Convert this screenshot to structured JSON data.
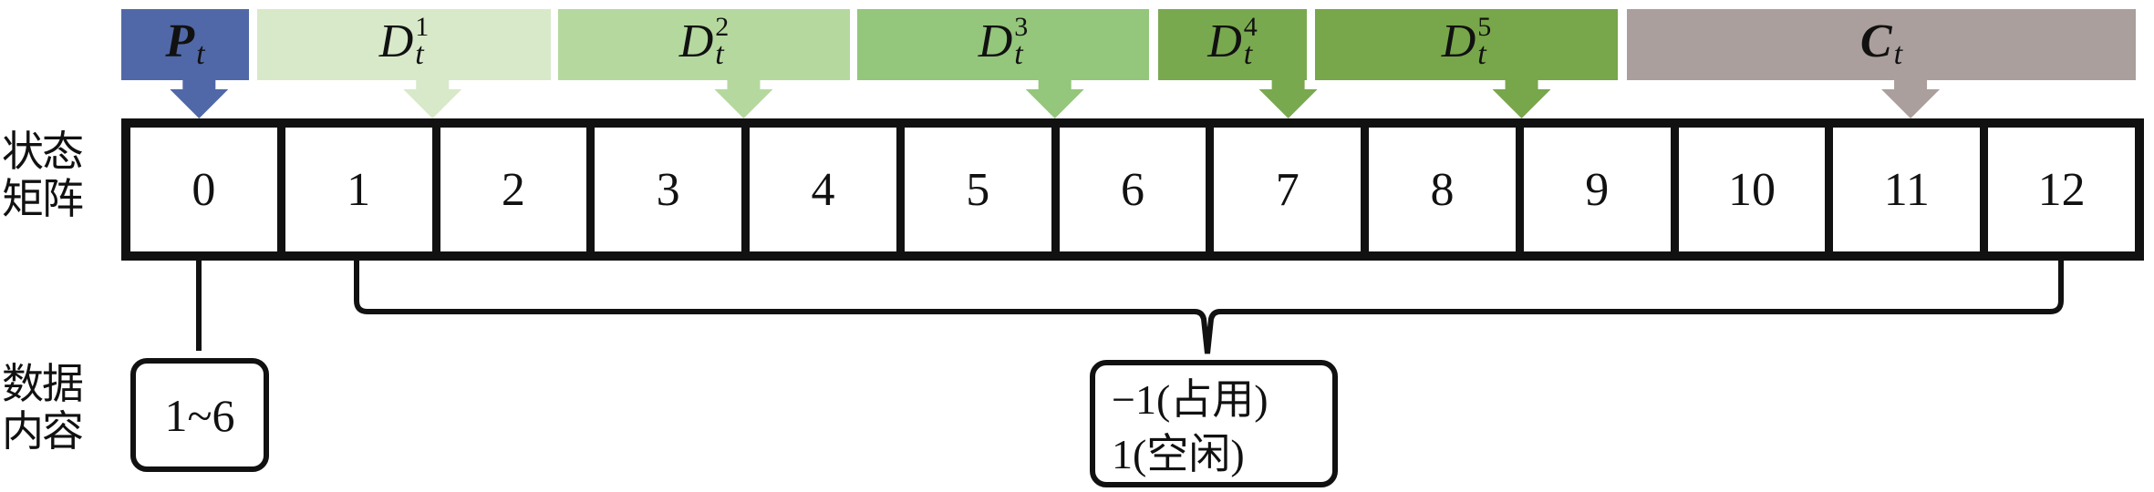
{
  "headers": [
    {
      "id": "P",
      "main": "P",
      "sup": "",
      "sub": "t",
      "bold": true,
      "color": "#5068a8",
      "cells": [
        0
      ]
    },
    {
      "id": "D1",
      "main": "D",
      "sup": "1",
      "sub": "t",
      "bold": false,
      "color": "#d8e9c9",
      "cells": [
        1,
        2
      ]
    },
    {
      "id": "D2",
      "main": "D",
      "sup": "2",
      "sub": "t",
      "bold": false,
      "color": "#b5d89f",
      "cells": [
        3,
        4
      ]
    },
    {
      "id": "D3",
      "main": "D",
      "sup": "3",
      "sub": "t",
      "bold": false,
      "color": "#94c67b",
      "cells": [
        5,
        6
      ]
    },
    {
      "id": "D4",
      "main": "D",
      "sup": "4",
      "sub": "t",
      "bold": false,
      "color": "#79a94f",
      "cells": [
        7
      ]
    },
    {
      "id": "D5",
      "main": "D",
      "sup": "5",
      "sub": "t",
      "bold": false,
      "color": "#78a64a",
      "cells": [
        8,
        9
      ]
    },
    {
      "id": "C",
      "main": "C",
      "sup": "",
      "sub": "t",
      "bold": true,
      "color": "#aa9f9c",
      "cells": [
        10,
        11,
        12
      ]
    }
  ],
  "state_matrix": {
    "label_line1": "状态",
    "label_line2": "矩阵",
    "cells": [
      "0",
      "1",
      "2",
      "3",
      "4",
      "5",
      "6",
      "7",
      "8",
      "9",
      "10",
      "11",
      "12"
    ]
  },
  "data_content": {
    "label_line1": "数据",
    "label_line2": "内容",
    "position_box": {
      "text": "1~6"
    },
    "status_box": {
      "line1": "−1(占用)",
      "line2": "1(空闲)"
    }
  }
}
